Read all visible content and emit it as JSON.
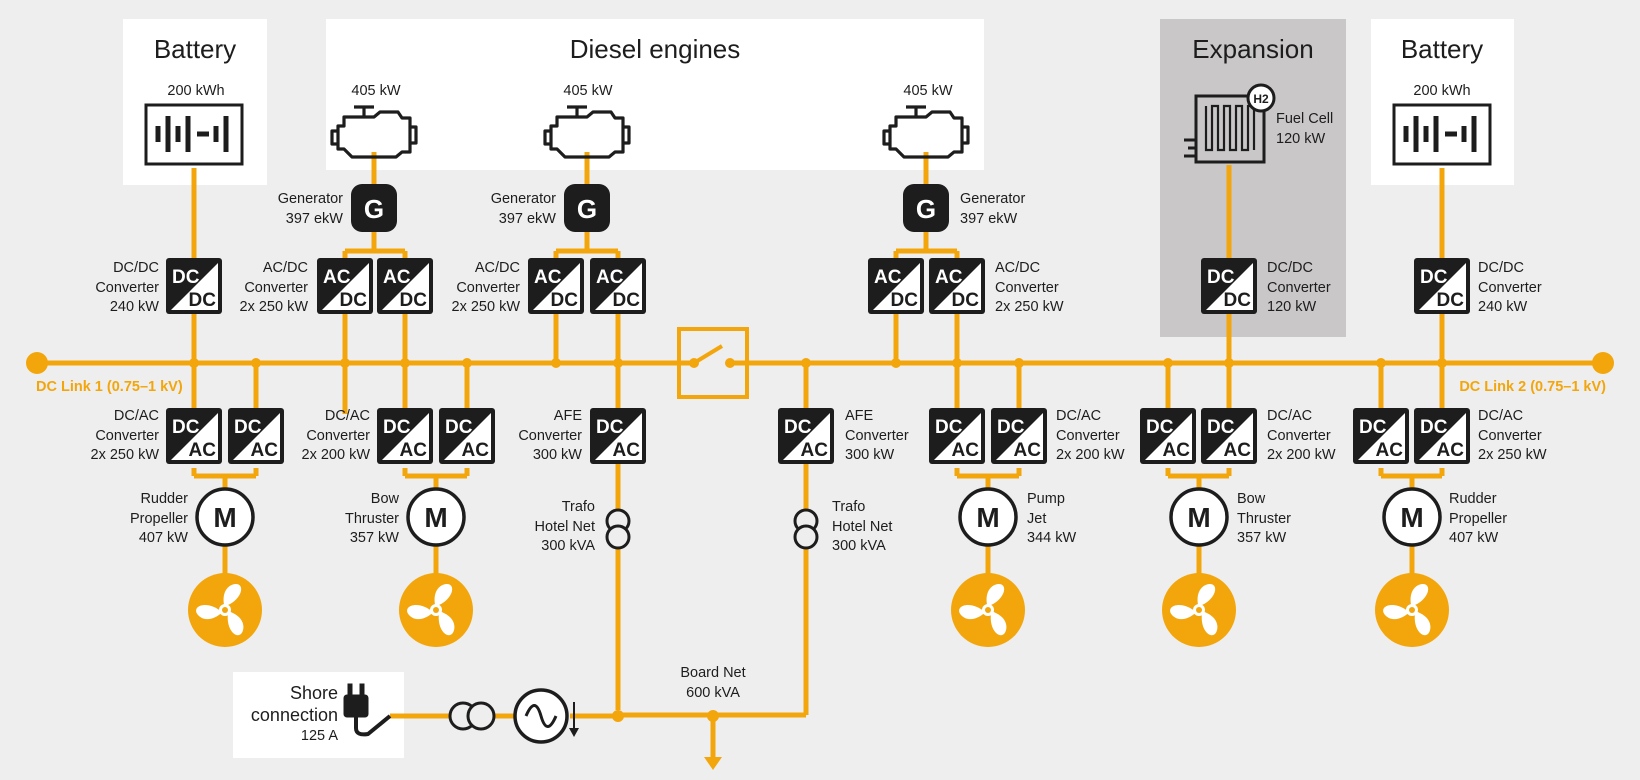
{
  "colors": {
    "background": "#efeeee",
    "bus": "#f2a60c",
    "component": "#1d1d1d",
    "box_white": "#ffffff",
    "box_expansion": "#c9c7c7"
  },
  "boxes": {
    "battery_left": "Battery",
    "diesel": "Diesel engines",
    "expansion": "Expansion",
    "battery_right": "Battery"
  },
  "batteries": {
    "left": {
      "capacity": "200 kWh"
    },
    "right": {
      "capacity": "200 kWh"
    }
  },
  "engines": [
    {
      "power": "405 kW"
    },
    {
      "power": "405 kW"
    },
    {
      "power": "405 kW"
    }
  ],
  "generators": [
    {
      "symbol": "G",
      "name": "Generator",
      "power": "397 ekW"
    },
    {
      "symbol": "G",
      "name": "Generator",
      "power": "397 ekW"
    },
    {
      "symbol": "G",
      "name": "Generator",
      "power": "397 ekW"
    }
  ],
  "fuel_cell": {
    "h2": "H2",
    "name": "Fuel Cell",
    "power": "120 kW"
  },
  "top_converters": [
    {
      "name": "DC/DC",
      "type": "Converter",
      "power": "240 kW"
    },
    {
      "name": "AC/DC",
      "type": "Converter",
      "power": "2x 250 kW"
    },
    {
      "name": "AC/DC",
      "type": "Converter",
      "power": "2x 250 kW"
    },
    {
      "name": "AC/DC",
      "type": "Converter",
      "power": "2x 250 kW"
    },
    {
      "name": "DC/DC",
      "type": "Converter",
      "power": "120 kW"
    },
    {
      "name": "DC/DC",
      "type": "Converter",
      "power": "240 kW"
    }
  ],
  "bus": {
    "left_label": "DC Link 1 (0.75–1 kV)",
    "right_label": "DC Link 2 (0.75–1 kV)"
  },
  "converter_glyphs": {
    "dc": "DC",
    "ac": "AC"
  },
  "bottom_converters": [
    {
      "name": "DC/AC",
      "type": "Converter",
      "power": "2x 250 kW"
    },
    {
      "name": "DC/AC",
      "type": "Converter",
      "power": "2x 200 kW"
    },
    {
      "name": "AFE",
      "type": "Converter",
      "power": "300 kW"
    },
    {
      "name": "AFE",
      "type": "Converter",
      "power": "300 kW"
    },
    {
      "name": "DC/AC",
      "type": "Converter",
      "power": "2x 200 kW"
    },
    {
      "name": "DC/AC",
      "type": "Converter",
      "power": "2x 200 kW"
    },
    {
      "name": "DC/AC",
      "type": "Converter",
      "power": "2x 250 kW"
    }
  ],
  "motors": [
    {
      "symbol": "M",
      "line1": "Rudder",
      "line2": "Propeller",
      "power": "407 kW"
    },
    {
      "symbol": "M",
      "line1": "Bow",
      "line2": "Thruster",
      "power": "357 kW"
    },
    {
      "symbol": "M",
      "line1": "Pump",
      "line2": "Jet",
      "power": "344 kW"
    },
    {
      "symbol": "M",
      "line1": "Bow",
      "line2": "Thruster",
      "power": "357 kW"
    },
    {
      "symbol": "M",
      "line1": "Rudder",
      "line2": "Propeller",
      "power": "407 kW"
    }
  ],
  "transformers": [
    {
      "line1": "Trafo",
      "line2": "Hotel Net",
      "power": "300 kVA"
    },
    {
      "line1": "Trafo",
      "line2": "Hotel Net",
      "power": "300 kVA"
    }
  ],
  "board_net": {
    "line1": "Board Net",
    "power": "600 kVA"
  },
  "shore": {
    "line1": "Shore",
    "line2": "connection",
    "current": "125 A"
  }
}
